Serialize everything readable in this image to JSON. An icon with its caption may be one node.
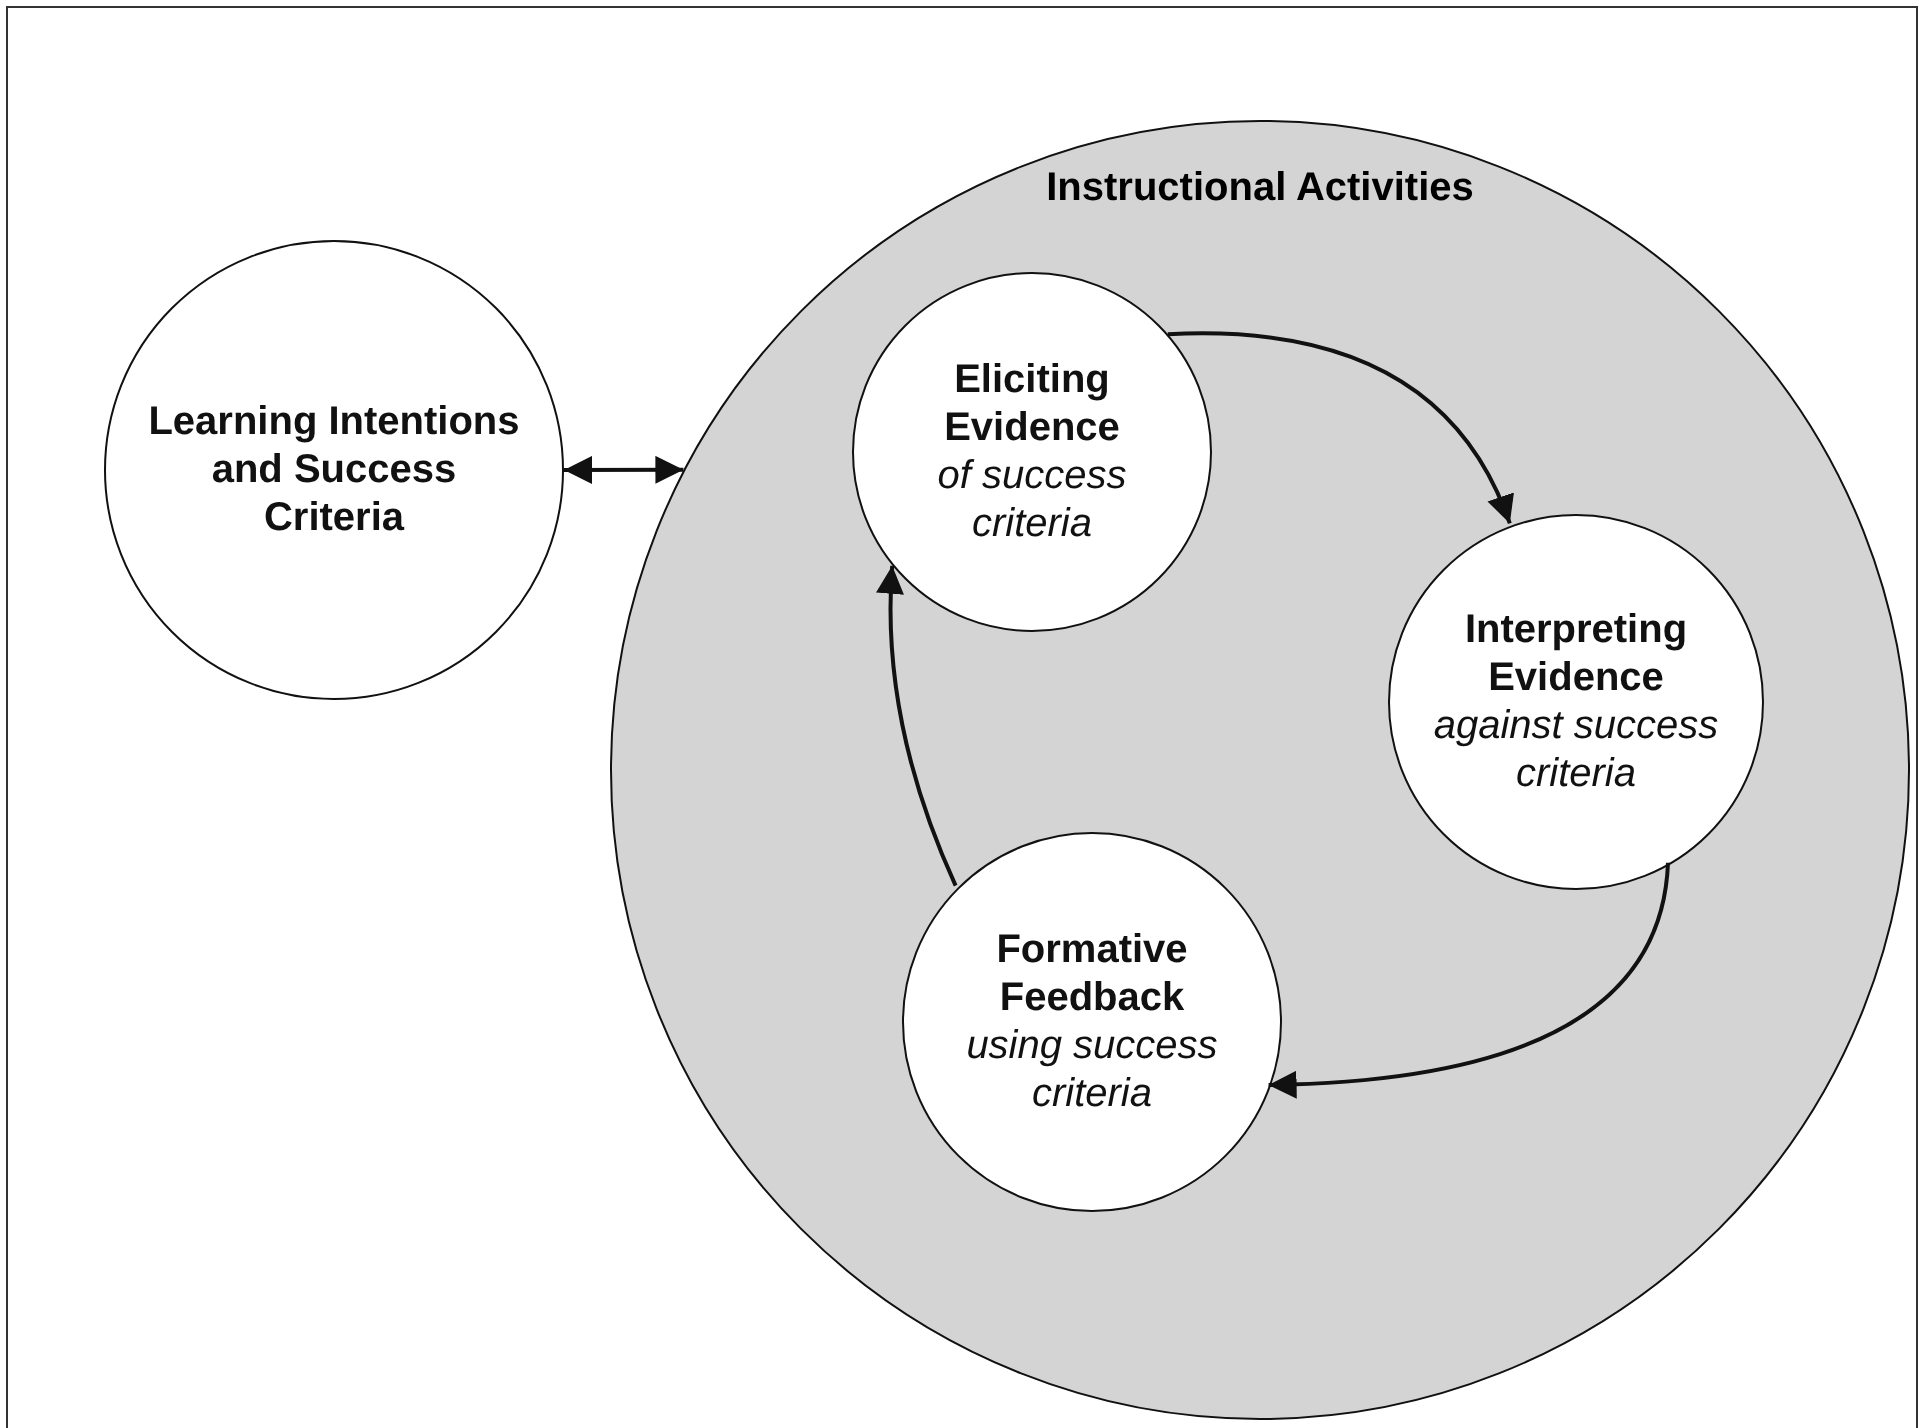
{
  "diagram": {
    "nodes": [
      {
        "text": [
          "Learning Intentions and Success Criteria"
        ]
      },
      {
        "text": [
          "Instructional Activities"
        ]
      },
      {
        "text": [
          "Eliciting Evidence",
          "of success criteria"
        ],
        "in": 1
      },
      {
        "text": [
          "Interpreting Evidence",
          "against success criteria"
        ],
        "in": 1
      },
      {
        "text": [
          "Formative Feedback",
          "using success criteria"
        ],
        "in": 1
      }
    ],
    "edges": [
      {
        "from": 0,
        "to": 1,
        "arrow": "both"
      },
      {
        "from": 2,
        "to": 3,
        "arrow": "to"
      },
      {
        "from": 3,
        "to": 4,
        "arrow": "to"
      },
      {
        "from": 4,
        "to": 2,
        "arrow": "to"
      }
    ]
  }
}
